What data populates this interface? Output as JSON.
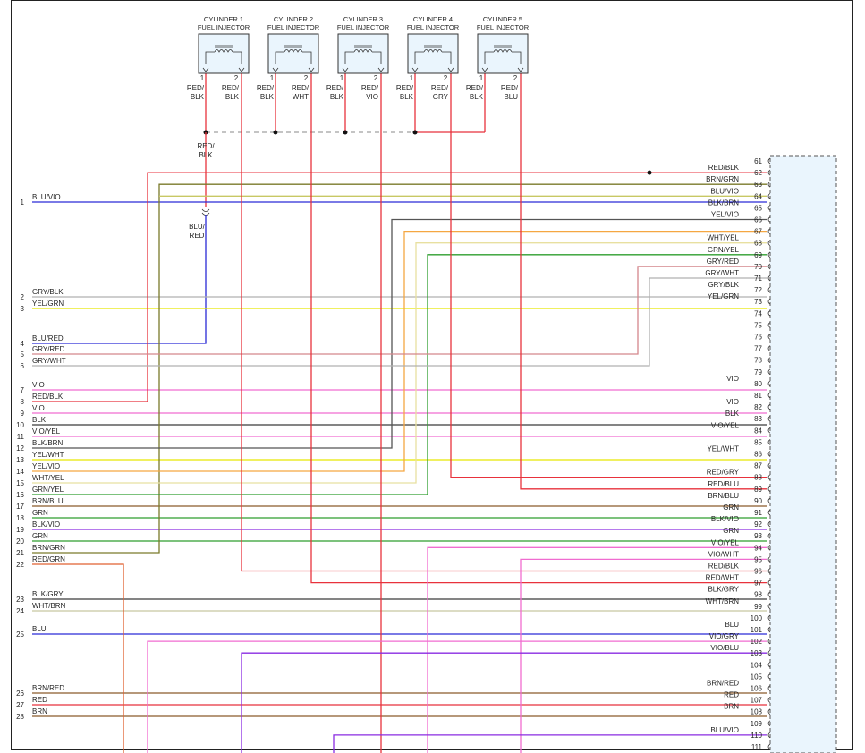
{
  "colors": {
    "RED": "#e8323c",
    "BLK": "#3a3a3a",
    "BLU": "#2a2ad6",
    "VIO": "#8a2be2",
    "GRY": "#b0b0b0",
    "YEL": "#e6e600",
    "BRN": "#8b5a2b",
    "GRN": "#2e9e2e",
    "WHT": "#d8d8d8",
    "ORN": "#f5a742",
    "PNK": "#f06cd0",
    "connector_fill": "#eaf5fd"
  },
  "injectors": [
    {
      "title": "CYLINDER 1",
      "subtitle": "FUEL INJECTOR",
      "pin1": "1",
      "pin2": "2",
      "wire1": [
        "RED/",
        "BLK"
      ],
      "wire2": [
        "RED/",
        "BLK"
      ]
    },
    {
      "title": "CYLINDER 2",
      "subtitle": "FUEL INJECTOR",
      "pin1": "1",
      "pin2": "2",
      "wire1": [
        "RED/",
        "BLK"
      ],
      "wire2": [
        "RED/",
        "WHT"
      ]
    },
    {
      "title": "CYLINDER 3",
      "subtitle": "FUEL INJECTOR",
      "pin1": "1",
      "pin2": "2",
      "wire1": [
        "RED/",
        "BLK"
      ],
      "wire2": [
        "RED/",
        "VIO"
      ]
    },
    {
      "title": "CYLINDER 4",
      "subtitle": "FUEL INJECTOR",
      "pin1": "1",
      "pin2": "2",
      "wire1": [
        "RED/",
        "BLK"
      ],
      "wire2": [
        "RED/",
        "GRY"
      ]
    },
    {
      "title": "CYLINDER 5",
      "subtitle": "FUEL INJECTOR",
      "pin1": "1",
      "pin2": "2",
      "wire1": [
        "RED/",
        "BLK"
      ],
      "wire2": [
        "RED/",
        "BLU"
      ]
    }
  ],
  "splice_labels": {
    "red_blk": [
      "RED/",
      "BLK"
    ],
    "blu_red": [
      "BLU/",
      "RED"
    ]
  },
  "left_pins": [
    {
      "n": "1",
      "label": "BLU/VIO"
    },
    {
      "n": "2",
      "label": "GRY/BLK"
    },
    {
      "n": "3",
      "label": "YEL/GRN"
    },
    {
      "n": "4",
      "label": "BLU/RED"
    },
    {
      "n": "5",
      "label": "GRY/RED"
    },
    {
      "n": "6",
      "label": "GRY/WHT"
    },
    {
      "n": "7",
      "label": "VIO"
    },
    {
      "n": "8",
      "label": "RED/BLK"
    },
    {
      "n": "9",
      "label": "VIO"
    },
    {
      "n": "10",
      "label": "BLK"
    },
    {
      "n": "11",
      "label": "VIO/YEL"
    },
    {
      "n": "12",
      "label": "BLK/BRN"
    },
    {
      "n": "13",
      "label": "YEL/WHT"
    },
    {
      "n": "14",
      "label": "YEL/VIO"
    },
    {
      "n": "15",
      "label": "WHT/YEL"
    },
    {
      "n": "16",
      "label": "GRN/YEL"
    },
    {
      "n": "17",
      "label": "BRN/BLU"
    },
    {
      "n": "18",
      "label": "GRN"
    },
    {
      "n": "19",
      "label": "BLK/VIO"
    },
    {
      "n": "20",
      "label": "GRN"
    },
    {
      "n": "21",
      "label": "BRN/GRN"
    },
    {
      "n": "22",
      "label": "RED/GRN"
    },
    {
      "n": "23",
      "label": "BLK/GRY"
    },
    {
      "n": "24",
      "label": "WHT/BRN"
    },
    {
      "n": "25",
      "label": "BLU"
    },
    {
      "n": "26",
      "label": "BRN/RED"
    },
    {
      "n": "27",
      "label": "RED"
    },
    {
      "n": "28",
      "label": "BRN"
    }
  ],
  "right_pins": [
    {
      "n": "61",
      "label": ""
    },
    {
      "n": "62",
      "label": "RED/BLK"
    },
    {
      "n": "63",
      "label": "BRN/GRN"
    },
    {
      "n": "64",
      "label": "BLU/VIO"
    },
    {
      "n": "65",
      "label": "BLK/BRN"
    },
    {
      "n": "66",
      "label": "YEL/VIO"
    },
    {
      "n": "67",
      "label": ""
    },
    {
      "n": "68",
      "label": "WHT/YEL"
    },
    {
      "n": "69",
      "label": "GRN/YEL"
    },
    {
      "n": "70",
      "label": "GRY/RED"
    },
    {
      "n": "71",
      "label": "GRY/WHT"
    },
    {
      "n": "72",
      "label": "GRY/BLK"
    },
    {
      "n": "73",
      "label": "YEL/GRN"
    },
    {
      "n": "74",
      "label": ""
    },
    {
      "n": "75",
      "label": ""
    },
    {
      "n": "76",
      "label": ""
    },
    {
      "n": "77",
      "label": ""
    },
    {
      "n": "78",
      "label": ""
    },
    {
      "n": "79",
      "label": ""
    },
    {
      "n": "80",
      "label": "VIO"
    },
    {
      "n": "81",
      "label": ""
    },
    {
      "n": "82",
      "label": "VIO"
    },
    {
      "n": "83",
      "label": "BLK"
    },
    {
      "n": "84",
      "label": "VIO/YEL"
    },
    {
      "n": "85",
      "label": ""
    },
    {
      "n": "86",
      "label": "YEL/WHT"
    },
    {
      "n": "87",
      "label": ""
    },
    {
      "n": "88",
      "label": "RED/GRY"
    },
    {
      "n": "89",
      "label": "RED/BLU"
    },
    {
      "n": "90",
      "label": "BRN/BLU"
    },
    {
      "n": "91",
      "label": "GRN"
    },
    {
      "n": "92",
      "label": "BLK/VIO"
    },
    {
      "n": "93",
      "label": "GRN"
    },
    {
      "n": "94",
      "label": "VIO/YEL"
    },
    {
      "n": "95",
      "label": "VIO/WHT"
    },
    {
      "n": "96",
      "label": "RED/BLK"
    },
    {
      "n": "97",
      "label": "RED/WHT"
    },
    {
      "n": "98",
      "label": "BLK/GRY"
    },
    {
      "n": "99",
      "label": "WHT/BRN"
    },
    {
      "n": "100",
      "label": ""
    },
    {
      "n": "101",
      "label": "BLU"
    },
    {
      "n": "102",
      "label": "VIO/GRY"
    },
    {
      "n": "103",
      "label": "VIO/BLU"
    },
    {
      "n": "104",
      "label": ""
    },
    {
      "n": "105",
      "label": ""
    },
    {
      "n": "106",
      "label": "BRN/RED"
    },
    {
      "n": "107",
      "label": "RED"
    },
    {
      "n": "108",
      "label": "BRN"
    },
    {
      "n": "109",
      "label": ""
    },
    {
      "n": "110",
      "label": "BLU/VIO"
    },
    {
      "n": "111",
      "label": ""
    }
  ]
}
